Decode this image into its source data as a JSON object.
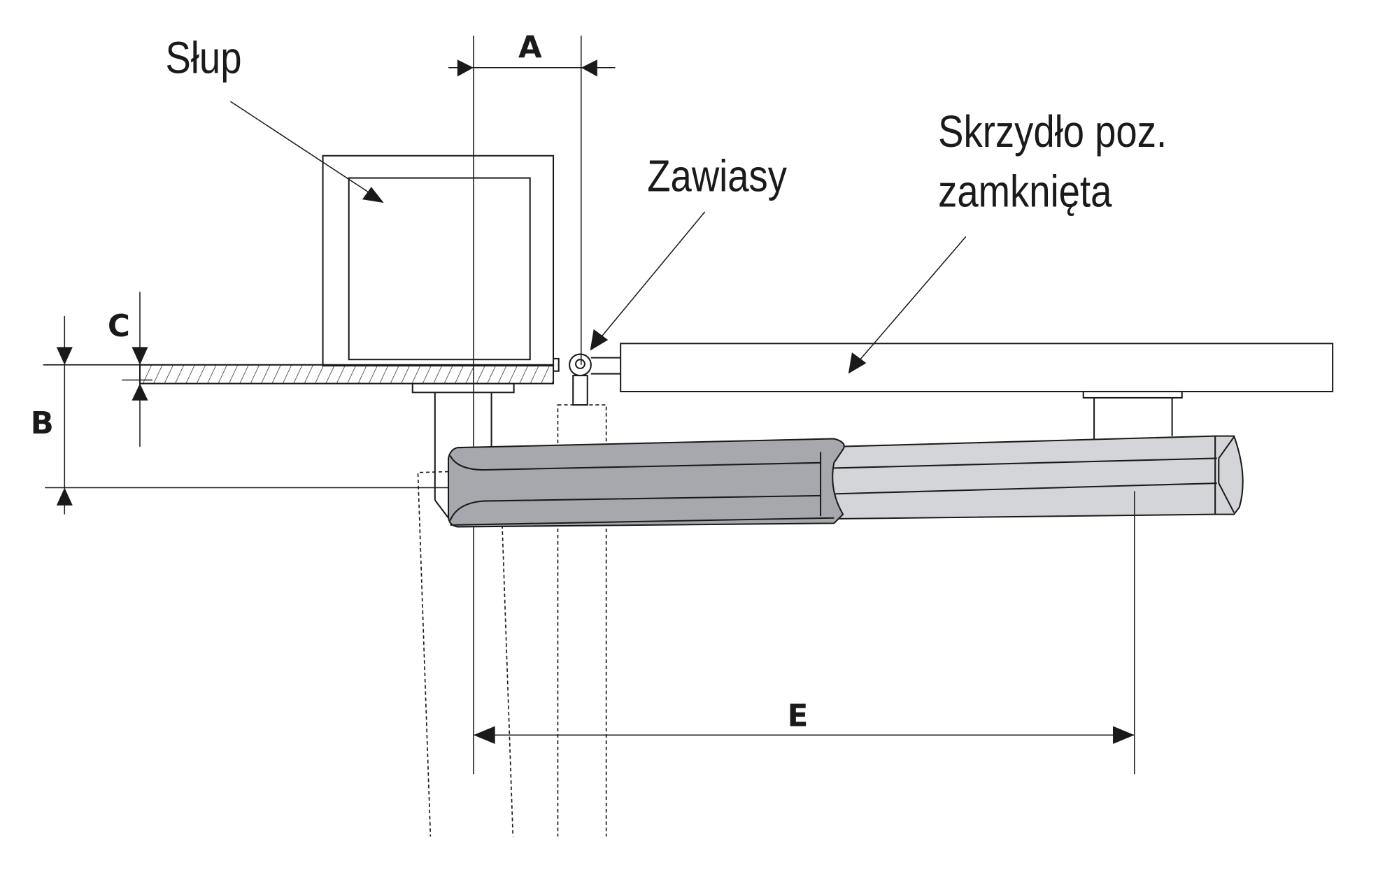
{
  "labels": {
    "post": "Słup",
    "hinges": "Zawiasy",
    "leaf_line1": "Skrzydło poz.",
    "leaf_line2": "zamknięta"
  },
  "dimensions": {
    "a": "A",
    "b": "B",
    "c": "C",
    "e": "E"
  },
  "colors": {
    "line": "#1a1a1a",
    "motor_dark": "#a6a8ad",
    "motor_light": "#d4d5d8",
    "background": "#ffffff"
  }
}
